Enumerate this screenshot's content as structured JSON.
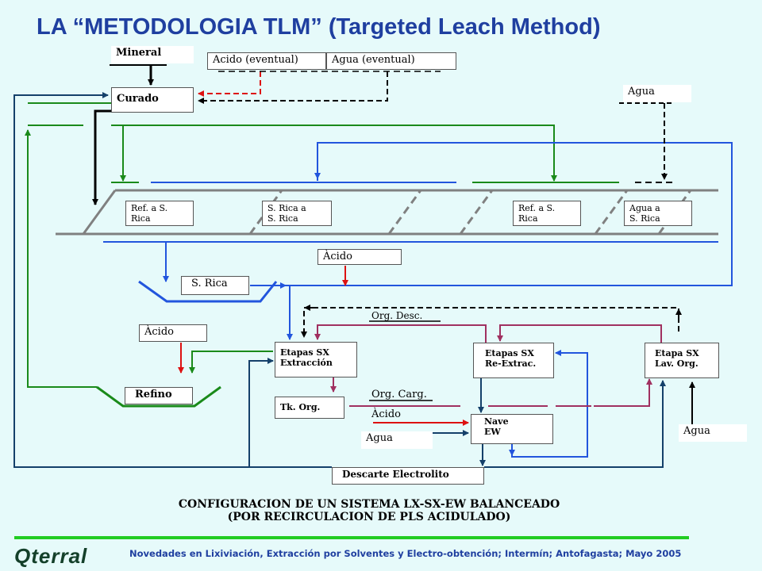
{
  "title": "LA “METODOLOGIA TLM” (Targeted Leach Method)",
  "boxes": {
    "mineral": "Mineral",
    "acido_eventual": "Acido (eventual)",
    "agua_eventual": "Agua (eventual)",
    "curado": "Curado",
    "agua_top": "Agua",
    "ref_srica_1": "Ref. a S.\nRica",
    "srica_srica": "S. Rica a\nS. Rica",
    "ref_srica_2": "Ref. a S.\nRica",
    "agua_srica": "Agua a\nS. Rica",
    "acido_mid": "Àcido",
    "s_rica": "S. Rica",
    "acido_left": "Àcido",
    "refino": "Refino",
    "etapas_sx_extraccion": "Etapas SX\nExtracción",
    "tk_org": "Tk. Org.",
    "etapas_sx_reextrac": "Etapas SX\nRe-Extrac.",
    "etapa_sx_lav_org": "Etapa SX\nLav. Org.",
    "nave_ew": "Nave\nEW",
    "agua_bottom_left": "Agua",
    "agua_bottom_right": "Agua",
    "descarte_electrolito": "Descarte Electrolito"
  },
  "labels": {
    "org_desc": "Org. Desc.",
    "org_carg": "Org. Carg.",
    "acido_ew": "Àcido"
  },
  "caption": {
    "line1": "CONFIGURACION DE UN SISTEMA LX-SX-EW BALANCEADO",
    "line2": "(POR RECIRCULACION DE PLS ACIDULADO)"
  },
  "footer": {
    "logo": "Qterral",
    "text": "Novedades en Lixiviación, Extracción por Solventes y Electro-obtención;  Intermín;  Antofagasta;  Mayo 2005"
  },
  "colors": {
    "title": "#1f3fa0",
    "navy": "#14406a",
    "green": "#1a8a1a",
    "red": "#dd1111",
    "blue": "#2255dd",
    "purple": "#a03060",
    "gray": "#808080",
    "footer_line": "#22cc22"
  }
}
